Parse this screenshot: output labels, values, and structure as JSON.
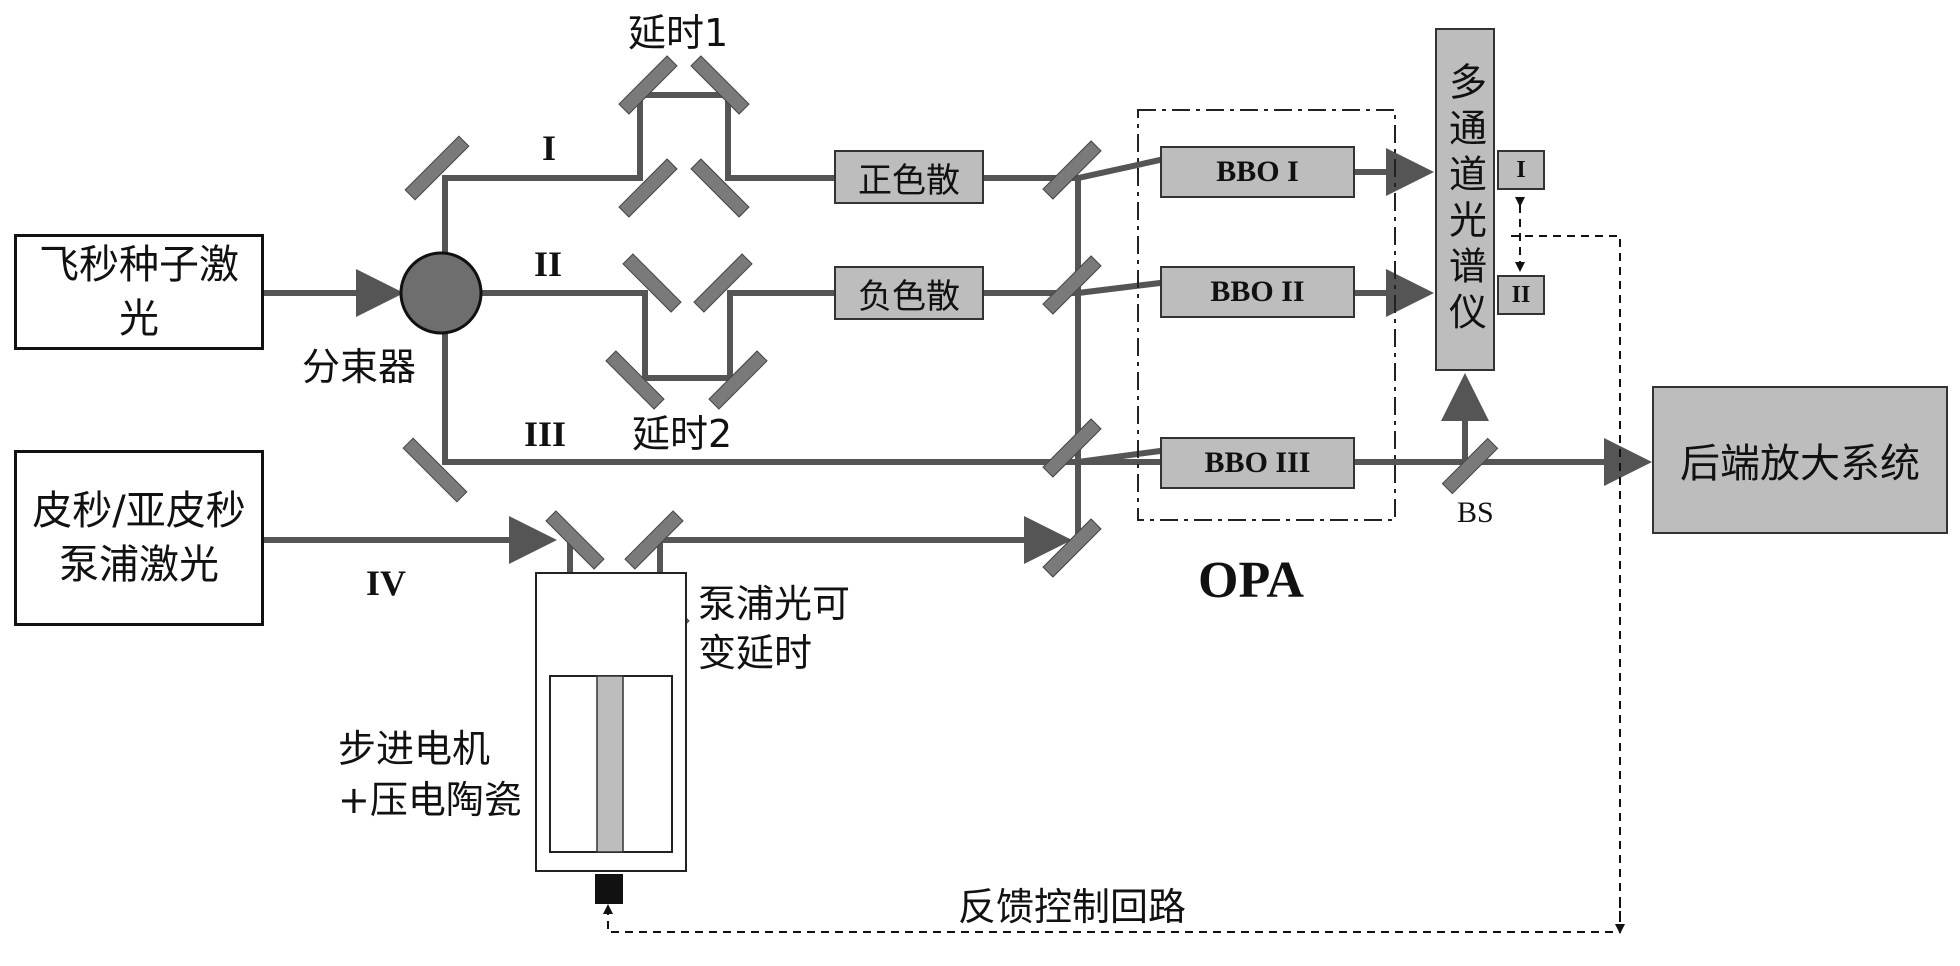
{
  "boxes": {
    "seed_laser": "飞秒种子激光",
    "pump_laser": "皮秒/亚皮秒泵浦激光",
    "positive_dispersion": "正色散",
    "negative_dispersion": "负色散",
    "bbo_1": "BBO I",
    "bbo_2": "BBO II",
    "bbo_3": "BBO III",
    "spectrometer": "多通道光谱仪",
    "spectrometer_port_1": "I",
    "spectrometer_port_2": "II",
    "backend_amplifier": "后端放大系统"
  },
  "labels": {
    "beam_splitter": "分束器",
    "delay_1": "延时1",
    "delay_2": "延时2",
    "path_1": "I",
    "path_2": "II",
    "path_3": "III",
    "path_4": "IV",
    "opa": "OPA",
    "bs": "BS",
    "pump_delay": "泵浦光可变延时",
    "motor": "步进电机+压电陶瓷",
    "feedback_loop": "反馈控制回路"
  },
  "colors": {
    "beam": "#555555",
    "mirror": "#7a7a7a",
    "box_fill": "#bdbdbd",
    "splitter_fill": "#6e6e6e"
  }
}
